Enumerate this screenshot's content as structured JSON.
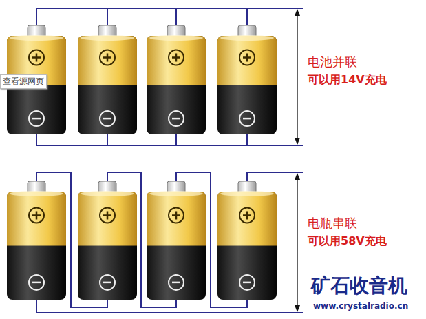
{
  "diagram": {
    "labels": [
      "查看源网页",
      "电池并联",
      "可以用14V充电",
      "电瓶串联",
      "可以用58V充电",
      "矿石收音机",
      "www.crystalradio.cn"
    ]
  }
}
